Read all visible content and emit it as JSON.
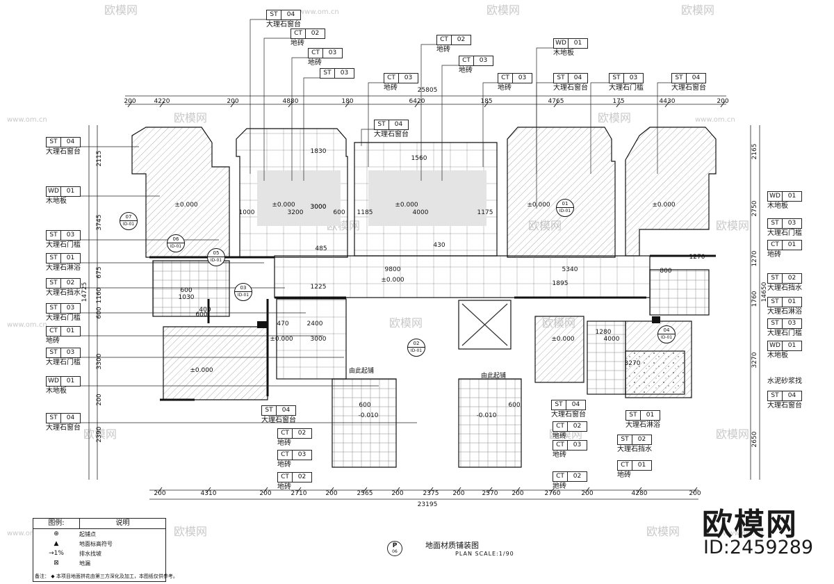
{
  "plan": {
    "title": "地面材质铺装图",
    "subtitle": "PLAN  SCALE:1/90",
    "plan_mark": "P",
    "plan_mark_sub": "06"
  },
  "brand": {
    "name": "欧模网",
    "id": "ID:2459289",
    "watermark": "欧模网",
    "watermark_url": "www.om.cn"
  },
  "legend": {
    "col_symbol": "图例:",
    "col_desc": "说明",
    "rows": [
      {
        "symbol": "⊕",
        "desc": "起铺点"
      },
      {
        "symbol": "▲",
        "desc": "地面标高符号"
      },
      {
        "symbol": "→1%",
        "desc": "排水找坡"
      },
      {
        "symbol": "⊠",
        "desc": "地漏"
      }
    ],
    "note": "备注：  ◆ 本项目地面拼花由第三方深化及加工，本图纸仅供参考。"
  },
  "top_dims": [
    "200",
    "4220",
    "200",
    "4880",
    "180",
    "6420",
    "185",
    "4765",
    "175",
    "4430",
    "200"
  ],
  "top_total": "25805",
  "bottom_dims": [
    "200",
    "4310",
    "200",
    "2710",
    "200",
    "2565",
    "200",
    "2375",
    "200",
    "2570",
    "200",
    "2760",
    "200",
    "4280",
    "200"
  ],
  "bottom_total": "23195",
  "left_dims": [
    "2115",
    "3745",
    "675",
    "1160",
    "600",
    "3300",
    "200",
    "2390",
    "14725"
  ],
  "right_dims": [
    "2165",
    "2750",
    "1270",
    "1760",
    "3270",
    "2650",
    "14650"
  ],
  "room_dims": [
    "1000",
    "3200",
    "3000",
    "600",
    "1185",
    "4000",
    "3000",
    "1175",
    "485",
    "9800",
    "5340",
    "1225",
    "1895",
    "470",
    "2400",
    "3000",
    "600",
    "600",
    "600",
    "600",
    "1030",
    "400",
    "1280",
    "4000",
    "3270",
    "1830",
    "1560",
    "430",
    "800",
    "1270"
  ],
  "level_marks": [
    "±0.000",
    "-0.010"
  ],
  "section_marks": [
    {
      "num": "07",
      "sheet": "ID-01"
    },
    {
      "num": "06",
      "sheet": "ID-01"
    },
    {
      "num": "05",
      "sheet": "ID-01"
    },
    {
      "num": "03",
      "sheet": "ID-01"
    },
    {
      "num": "02",
      "sheet": "ID-01"
    },
    {
      "num": "01",
      "sheet": "ID-01"
    },
    {
      "num": "04",
      "sheet": "ID-01"
    }
  ],
  "room_notes": [
    "由此起铺",
    "由此起铺"
  ],
  "tags_top": [
    {
      "code": "ST",
      "num": "04",
      "name": "大理石窗台"
    },
    {
      "code": "CT",
      "num": "02",
      "name": "地砖"
    },
    {
      "code": "CT",
      "num": "03",
      "name": "地砖"
    },
    {
      "code": "ST",
      "num": "03",
      "name": ""
    },
    {
      "code": "CT",
      "num": "02",
      "name": "地砖"
    },
    {
      "code": "CT",
      "num": "03",
      "name": "地砖"
    },
    {
      "code": "CT",
      "num": "03",
      "name": "地砖"
    },
    {
      "code": "CT",
      "num": "03",
      "name": "地砖"
    },
    {
      "code": "WD",
      "num": "01",
      "name": "木地板"
    },
    {
      "code": "ST",
      "num": "04",
      "name": "大理石窗台"
    },
    {
      "code": "ST",
      "num": "03",
      "name": "大理石门槛"
    },
    {
      "code": "ST",
      "num": "04",
      "name": "大理石窗台"
    },
    {
      "code": "ST",
      "num": "04",
      "name": "大理石窗台"
    }
  ],
  "tags_left": [
    {
      "code": "ST",
      "num": "04",
      "name": "大理石窗台"
    },
    {
      "code": "WD",
      "num": "01",
      "name": "木地板"
    },
    {
      "code": "ST",
      "num": "03",
      "name": "大理石门槛"
    },
    {
      "code": "ST",
      "num": "01",
      "name": "大理石淋浴"
    },
    {
      "code": "ST",
      "num": "02",
      "name": "大理石挡水"
    },
    {
      "code": "ST",
      "num": "03",
      "name": "大理石门槛"
    },
    {
      "code": "CT",
      "num": "01",
      "name": "地砖"
    },
    {
      "code": "ST",
      "num": "03",
      "name": "大理石门槛"
    },
    {
      "code": "WD",
      "num": "01",
      "name": "木地板"
    },
    {
      "code": "ST",
      "num": "04",
      "name": "大理石窗台"
    }
  ],
  "tags_right": [
    {
      "code": "WD",
      "num": "01",
      "name": "木地板"
    },
    {
      "code": "ST",
      "num": "03",
      "name": "大理石门槛"
    },
    {
      "code": "CT",
      "num": "01",
      "name": "地砖"
    },
    {
      "code": "ST",
      "num": "02",
      "name": "大理石挡水"
    },
    {
      "code": "ST",
      "num": "01",
      "name": "大理石淋浴"
    },
    {
      "code": "ST",
      "num": "03",
      "name": "大理石门槛"
    },
    {
      "code": "WD",
      "num": "01",
      "name": "木地板"
    },
    {
      "code": "",
      "num": "",
      "name": "水泥砂浆找"
    },
    {
      "code": "ST",
      "num": "04",
      "name": "大理石窗台"
    }
  ],
  "tags_bottom": [
    {
      "code": "ST",
      "num": "04",
      "name": "大理石窗台"
    },
    {
      "code": "CT",
      "num": "02",
      "name": "地砖"
    },
    {
      "code": "CT",
      "num": "03",
      "name": "地砖"
    },
    {
      "code": "CT",
      "num": "02",
      "name": "地砖"
    },
    {
      "code": "ST",
      "num": "04",
      "name": "大理石窗台"
    },
    {
      "code": "CT",
      "num": "02",
      "name": "地砖"
    },
    {
      "code": "CT",
      "num": "03",
      "name": "地砖"
    },
    {
      "code": "CT",
      "num": "02",
      "name": "地砖"
    },
    {
      "code": "ST",
      "num": "01",
      "name": "大理石淋浴"
    },
    {
      "code": "ST",
      "num": "02",
      "name": "大理石挡水"
    },
    {
      "code": "CT",
      "num": "01",
      "name": "地砖"
    }
  ]
}
